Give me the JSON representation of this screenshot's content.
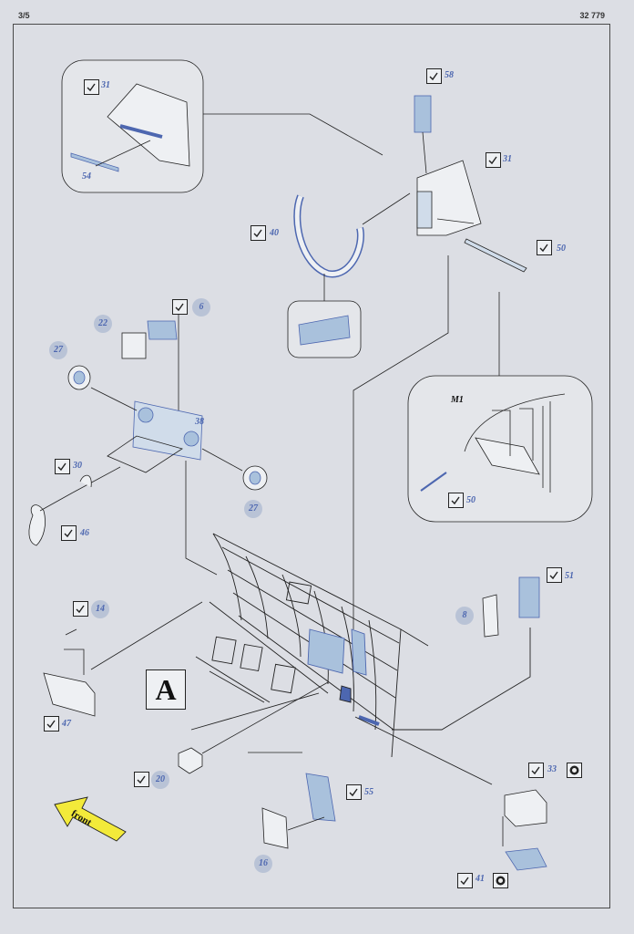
{
  "sheet": {
    "page_number": "3/5",
    "kit_number": "32 779"
  },
  "step": {
    "letter": "A"
  },
  "front_arrow": {
    "label": "front"
  },
  "detail": {
    "label": "M1"
  },
  "callouts": [
    {
      "id": "c31a",
      "text": "31"
    },
    {
      "id": "c54",
      "text": "54"
    },
    {
      "id": "c58",
      "text": "58"
    },
    {
      "id": "c31b",
      "text": "31"
    },
    {
      "id": "c40",
      "text": "40"
    },
    {
      "id": "c50a",
      "text": "50"
    },
    {
      "id": "c6",
      "text": "6"
    },
    {
      "id": "c22",
      "text": "22"
    },
    {
      "id": "c27a",
      "text": "27"
    },
    {
      "id": "c38",
      "text": "38"
    },
    {
      "id": "c30",
      "text": "30"
    },
    {
      "id": "c27b",
      "text": "27"
    },
    {
      "id": "c46",
      "text": "46"
    },
    {
      "id": "c50b",
      "text": "50"
    },
    {
      "id": "c51",
      "text": "51"
    },
    {
      "id": "c8",
      "text": "8"
    },
    {
      "id": "c14",
      "text": "14"
    },
    {
      "id": "c47",
      "text": "47"
    },
    {
      "id": "c20",
      "text": "20"
    },
    {
      "id": "c55",
      "text": "55"
    },
    {
      "id": "c33",
      "text": "33"
    },
    {
      "id": "c16",
      "text": "16"
    },
    {
      "id": "c41",
      "text": "41"
    }
  ],
  "colors": {
    "part_blue": "#4d67b0",
    "part_fill": "#a9c1dc",
    "line": "#222222",
    "arrow_yellow": "#f3ea3a"
  }
}
